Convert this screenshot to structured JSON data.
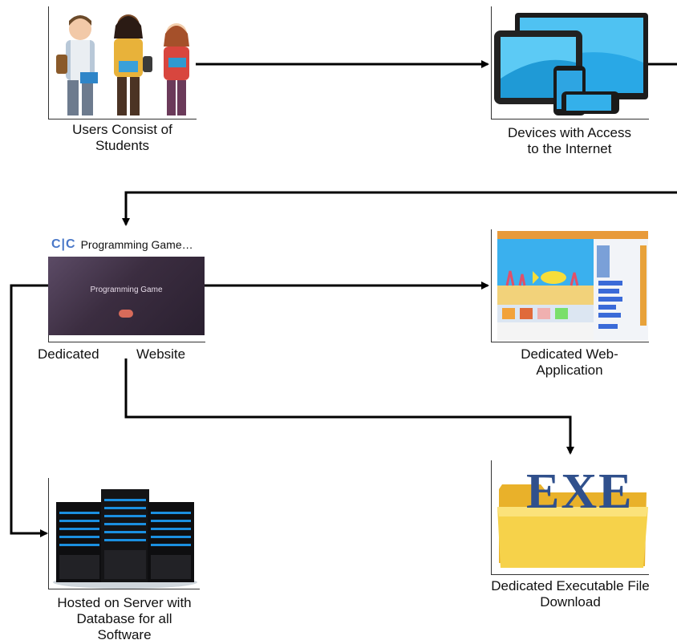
{
  "diagram": {
    "nodes": {
      "users": {
        "caption": "Users Consist of Students"
      },
      "devices": {
        "caption": "Devices with Access to the Internet"
      },
      "website": {
        "caption_left": "Dedicated",
        "caption_right": "Website",
        "browser_title": "Programming Game…",
        "logo_text": "C|C",
        "hero_title": "Programming Game"
      },
      "webapp": {
        "caption": "Dedicated Web-Application"
      },
      "server": {
        "caption": "Hosted on Server with Database for all Software"
      },
      "exe": {
        "caption": "Dedicated Executable File Download",
        "icon_text": "EXE"
      }
    },
    "edges": [
      {
        "from": "users",
        "to": "devices"
      },
      {
        "from": "devices",
        "to": "website"
      },
      {
        "from": "website",
        "to": "webapp"
      },
      {
        "from": "website",
        "to": "exe"
      },
      {
        "from": "website",
        "to": "server"
      }
    ],
    "colors": {
      "line": "#000000",
      "text": "#111111",
      "sky": "#29a8e6",
      "server": "#1b8fe0",
      "folder": "#f3c63a",
      "exe": "#30508c"
    }
  }
}
